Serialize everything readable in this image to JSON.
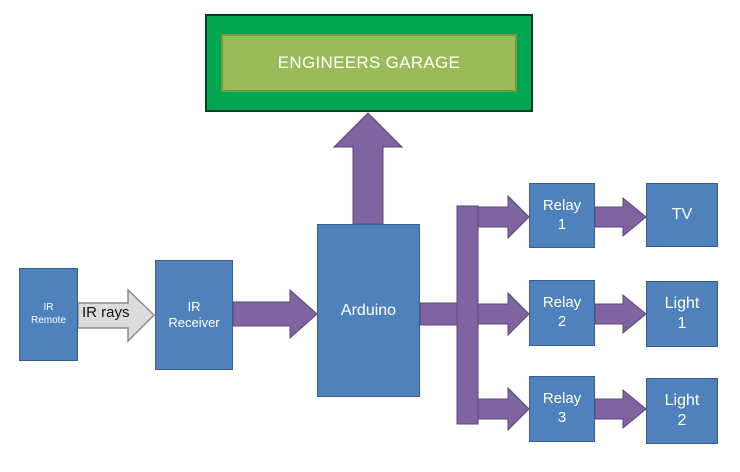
{
  "display": {
    "label": "ENGINEERS GARAGE"
  },
  "blocks": {
    "ir_remote": "IR\nRemote",
    "ir_receiver": "IR\nReceiver",
    "arduino": "Arduino",
    "relay_1": "Relay\n1",
    "relay_2": "Relay\n2",
    "relay_3": "Relay\n3",
    "tv": "TV",
    "light_1": "Light\n1",
    "light_2": "Light\n2"
  },
  "signal": {
    "ir_rays_label": "IR rays"
  },
  "colors": {
    "block_fill": "#4f81bd",
    "block_border": "#385d8a",
    "arrow_fill": "#8064a2",
    "display_outer": "#00a651",
    "display_inner": "#9bbb59"
  }
}
